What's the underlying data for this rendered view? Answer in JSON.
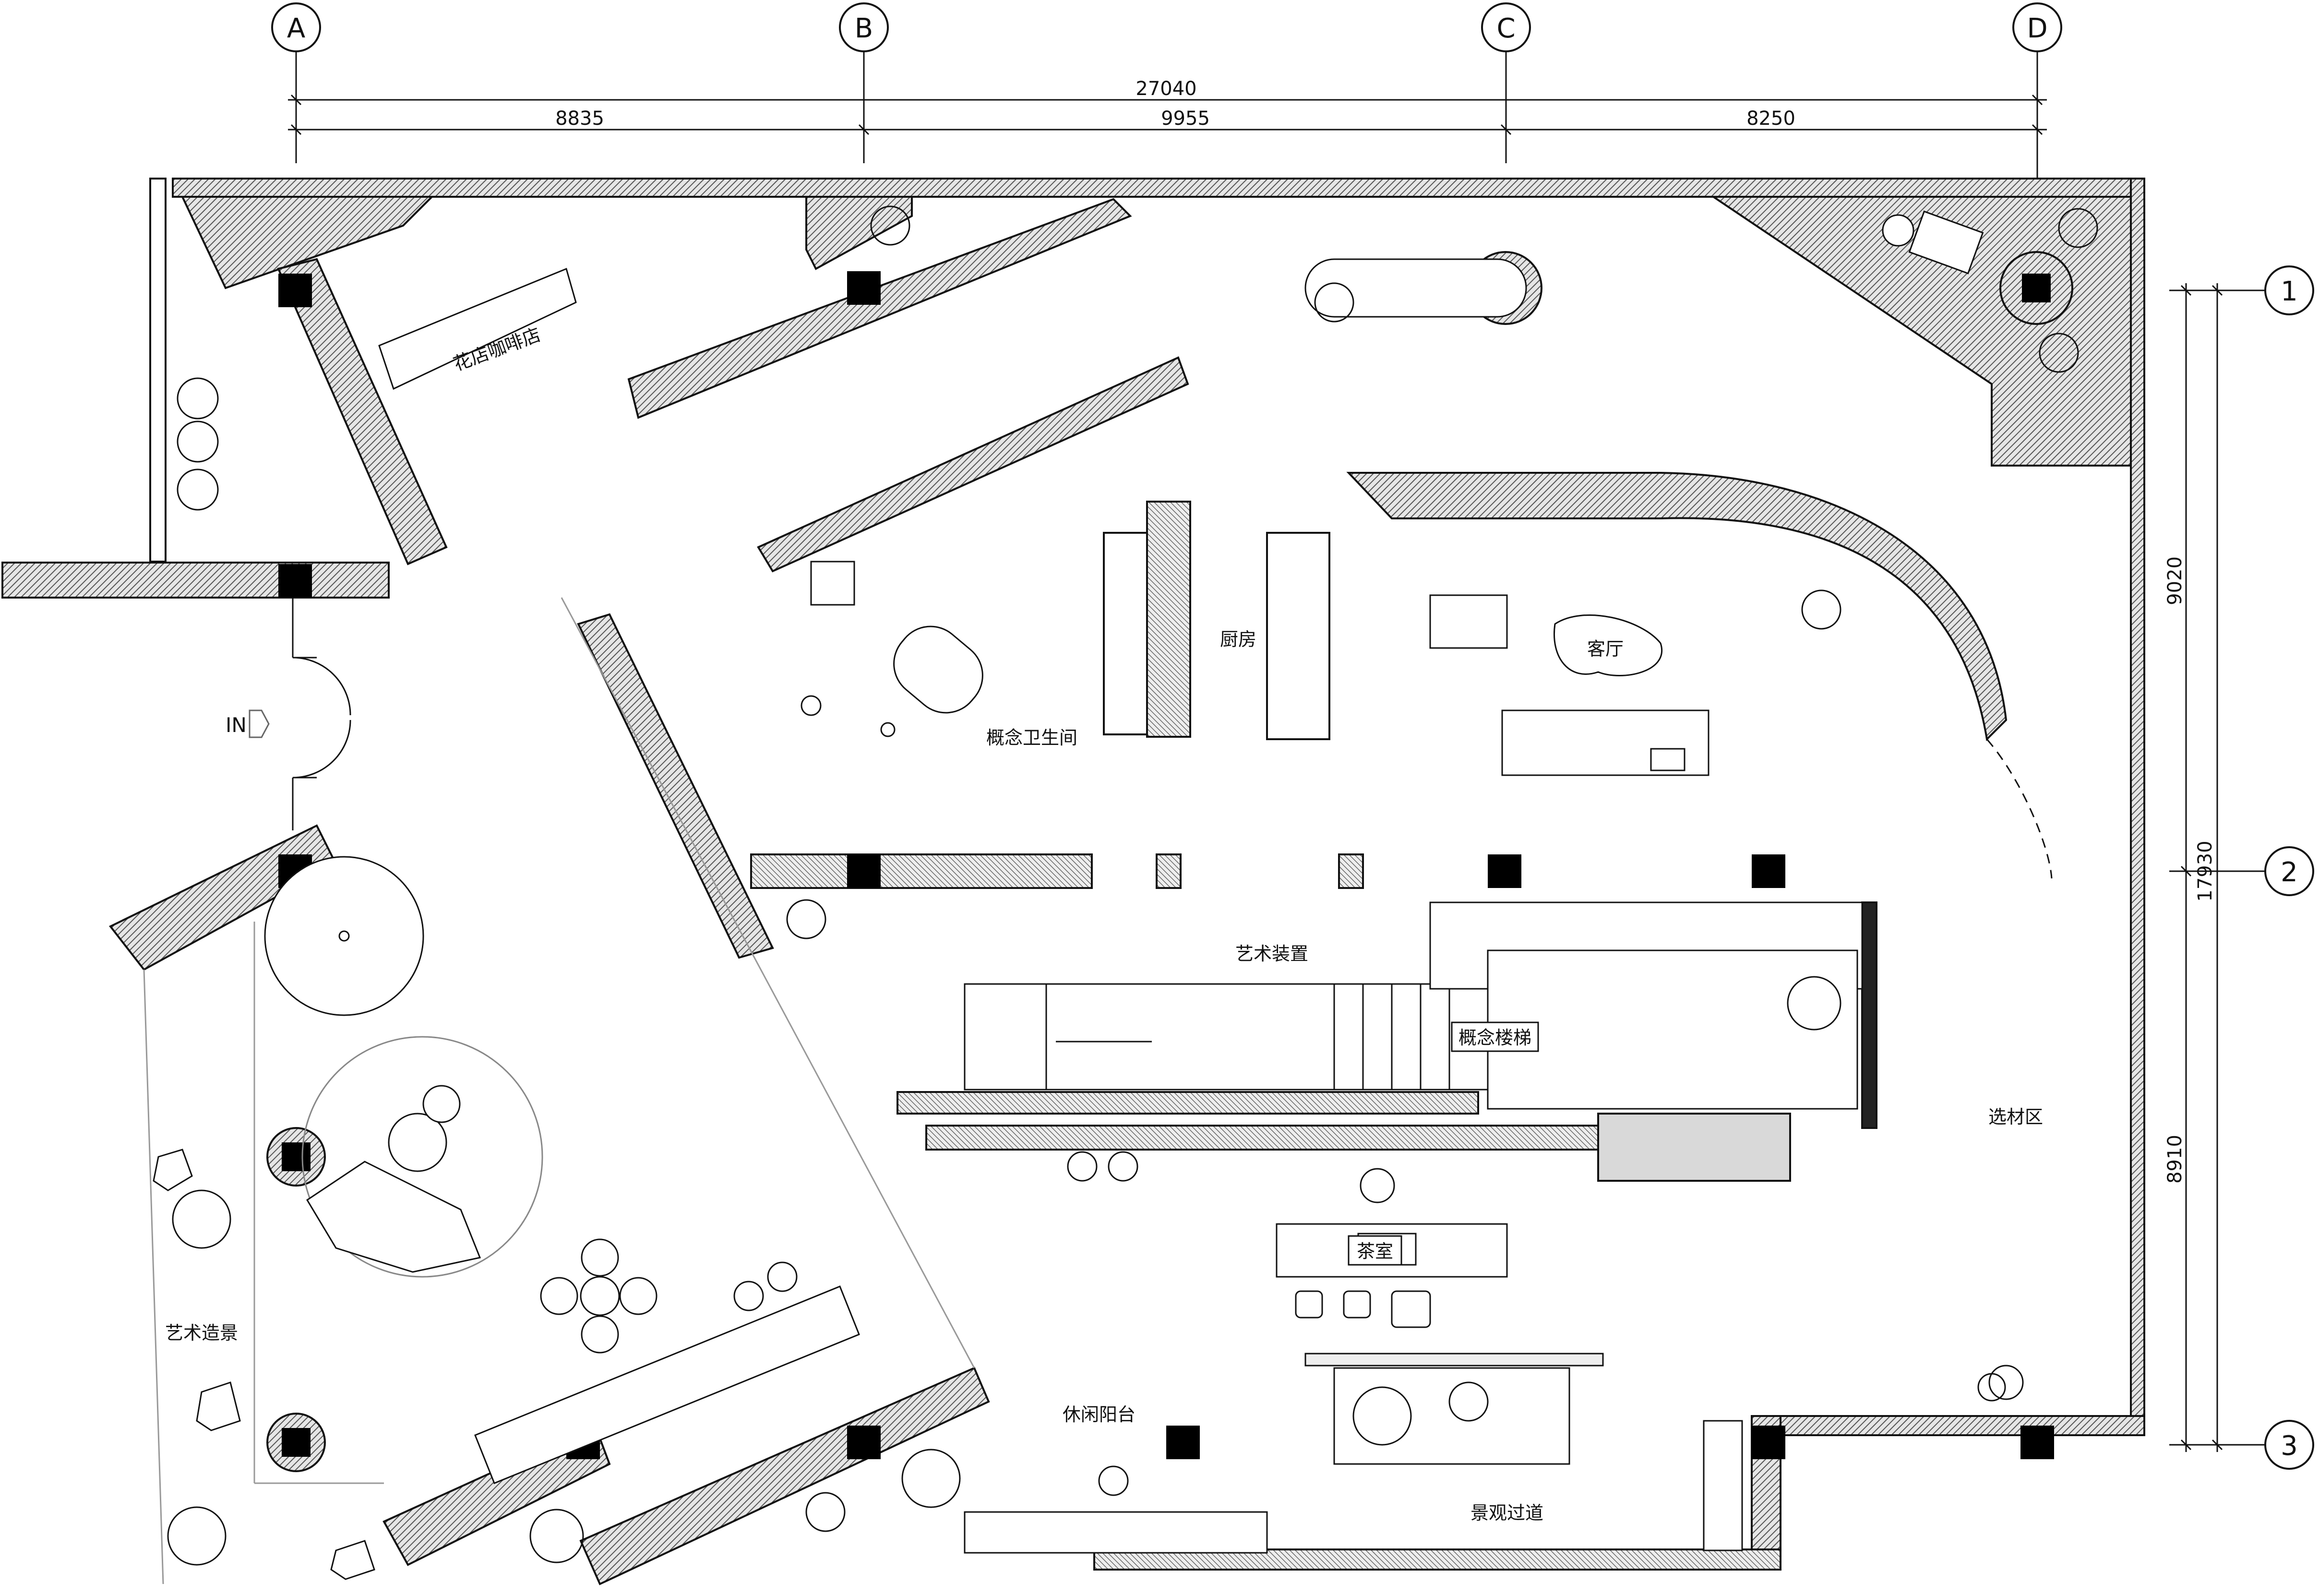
{
  "grid": {
    "columns": [
      "A",
      "B",
      "C",
      "D"
    ],
    "rows": [
      "1",
      "2",
      "3"
    ]
  },
  "dimensions": {
    "total_width": "27040",
    "segments_x": [
      "8835",
      "9955",
      "8250"
    ],
    "total_height": "17930",
    "segments_y": [
      "9020",
      "8910"
    ]
  },
  "entrance": "IN",
  "rooms": {
    "flower_cafe": "花店咖啡店",
    "concept_bath": "概念卫生间",
    "kitchen": "厨房",
    "living_room": "客厅",
    "art_installation": "艺术装置",
    "concept_stair": "概念楼梯",
    "material_area": "选材区",
    "tea_room": "茶室",
    "leisure_balcony": "休闲阳台",
    "landscape_walk": "景观过道",
    "art_landscape": "艺术造景"
  },
  "colors": {
    "line": "#111111",
    "hatch": "#6a6a6a",
    "column": "#000000"
  }
}
